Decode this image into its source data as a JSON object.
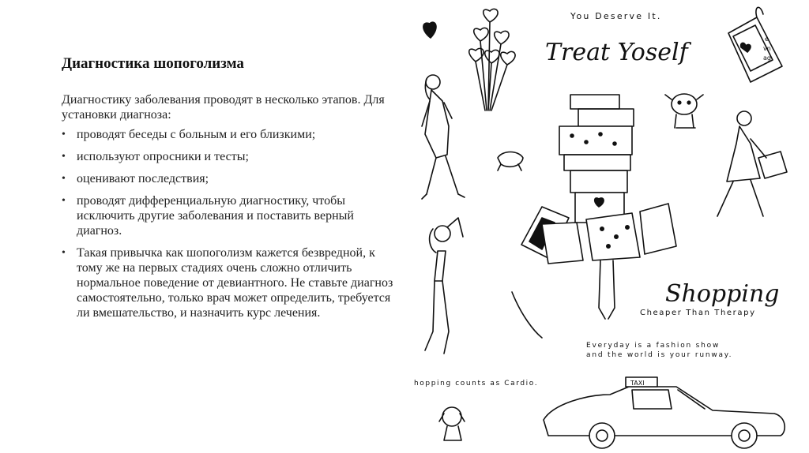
{
  "slide": {
    "title": "Диагностика шопоголизма",
    "intro": "Диагностику заболевания проводят в несколько этапов. Для установки диагноза:",
    "bullets": [
      "проводят беседы с больным и его близкими;",
      "используют опросники и тесты;",
      "оценивают последствия;",
      "проводят дифференциальную диагностику, чтобы исключить другие заболевания и поставить верный диагноз.",
      "Такая привычка как шопоголизм кажется безвредной, к тому же на первых стадиях очень сложно отличить нормальное поведение от девиантного. Не ставьте диагноз самостоятельно, только врач может определить, требуется ли вмешательство, и назначить курс лечения."
    ],
    "bullet_glyph": "•"
  },
  "illustration": {
    "you_deserve": "You Deserve It.",
    "treat": "Treat Yoself",
    "shopping": "Shopping",
    "cheaper": "Cheaper Than Therapy",
    "fashion_line1": "Everyday is a fashion show",
    "fashion_line2": "and the world is your runway.",
    "cardio": "hopping counts as Cardio.",
    "taxi": "TAXI",
    "bag_tag": [
      "e",
      "vn",
      "ag"
    ],
    "ink_color": "#111111"
  }
}
